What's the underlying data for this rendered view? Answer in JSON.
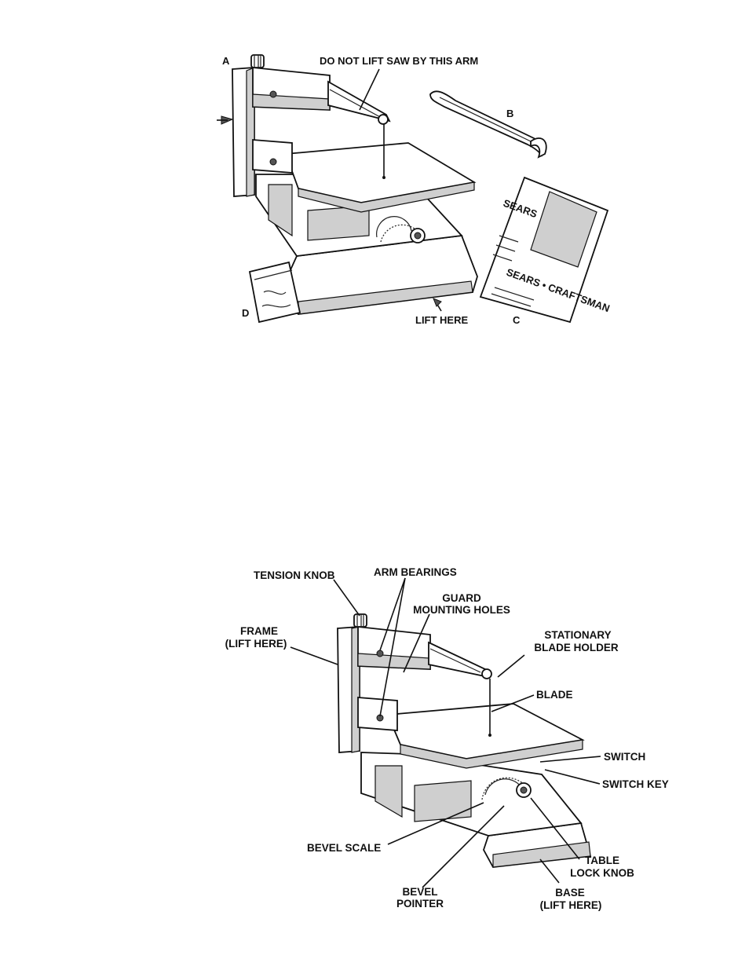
{
  "figure1": {
    "label_a": "A",
    "label_b": "B",
    "label_c": "C",
    "label_d": "D",
    "warning": "DO NOT LIFT SAW BY THIS ARM",
    "lift_here": "LIFT HERE",
    "manual_brand": "SEARS",
    "manual_footer": "SEARS • CRAFTSMAN"
  },
  "figure2": {
    "tension_knob": "TENSION KNOB",
    "arm_bearings": "ARM BEARINGS",
    "guard_line1": "GUARD",
    "guard_line2": "MOUNTING HOLES",
    "frame_line1": "FRAME",
    "frame_line2": "(LIFT HERE)",
    "stationary_line1": "STATIONARY",
    "stationary_line2": "BLADE HOLDER",
    "blade": "BLADE",
    "switch": "SWITCH",
    "switch_key": "SWITCH KEY",
    "bevel_scale": "BEVEL SCALE",
    "table_line1": "TABLE",
    "table_line2": "LOCK KNOB",
    "bevel_pointer_line1": "BEVEL",
    "bevel_pointer_line2": "POINTER",
    "base_line1": "BASE",
    "base_line2": "(LIFT HERE)"
  }
}
